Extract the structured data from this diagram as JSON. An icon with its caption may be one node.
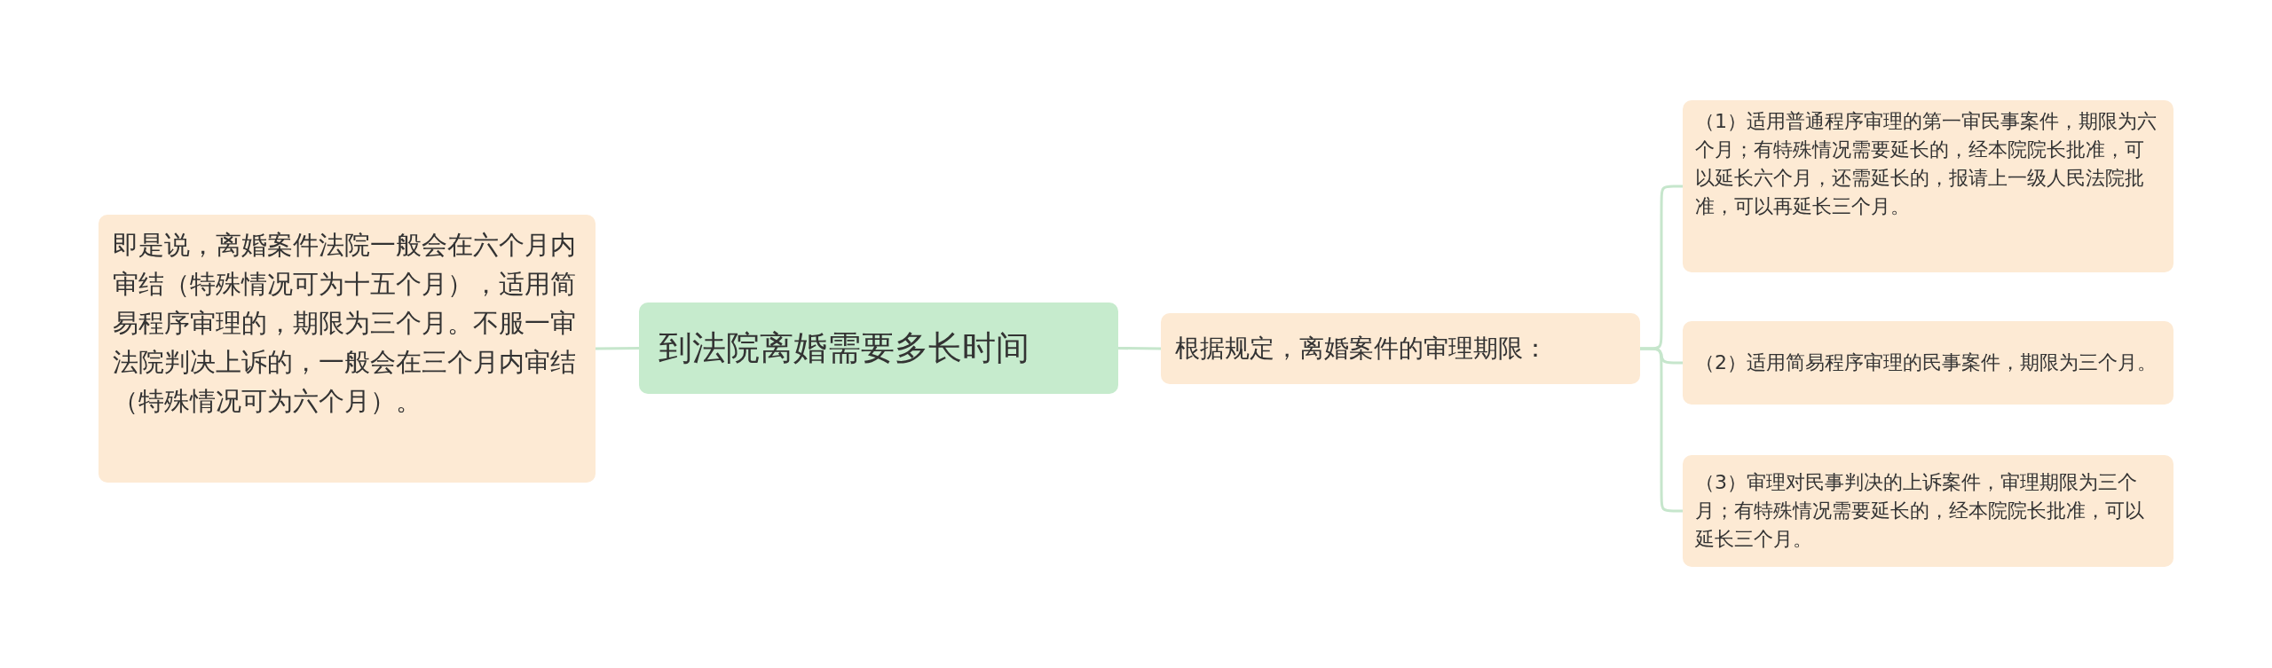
{
  "diagram": {
    "nodes": [
      {
        "text": [
          "到法院离婚需要多长时间"
        ]
      },
      {
        "text": [
          "即是说，离婚案件法院一般会在六个月内审结（特殊情况可为十五个月），适用简易程序审理的，期限为三个月。不服一审法院判决上诉的，一般会在三个月内审结（特殊情况可为六个月）。"
        ]
      },
      {
        "text": [
          "根据规定，离婚案件的审理期限："
        ]
      },
      {
        "text": [
          "（1）适用普通程序审理的第一审民事案件，期限为六个月；有特殊情况需要延长的，经本院院长批准，可以延长六个月，还需延长的，报请上一级人民法院批准，可以再延长三个月。"
        ]
      },
      {
        "text": [
          "（2）适用简易程序审理的民事案件，期限为三个月。"
        ]
      },
      {
        "text": [
          "（3）审理对民事判决的上诉案件，审理期限为三个月；有特殊情况需要延长的，经本院院长批准，可以延长三个月。"
        ]
      }
    ],
    "edges": [
      {
        "from": 0,
        "to": 1,
        "arrow": "none"
      },
      {
        "from": 0,
        "to": 2,
        "arrow": "none"
      },
      {
        "from": 2,
        "to": 3,
        "arrow": "none"
      },
      {
        "from": 2,
        "to": 4,
        "arrow": "none"
      },
      {
        "from": 2,
        "to": 5,
        "arrow": "none"
      }
    ]
  }
}
